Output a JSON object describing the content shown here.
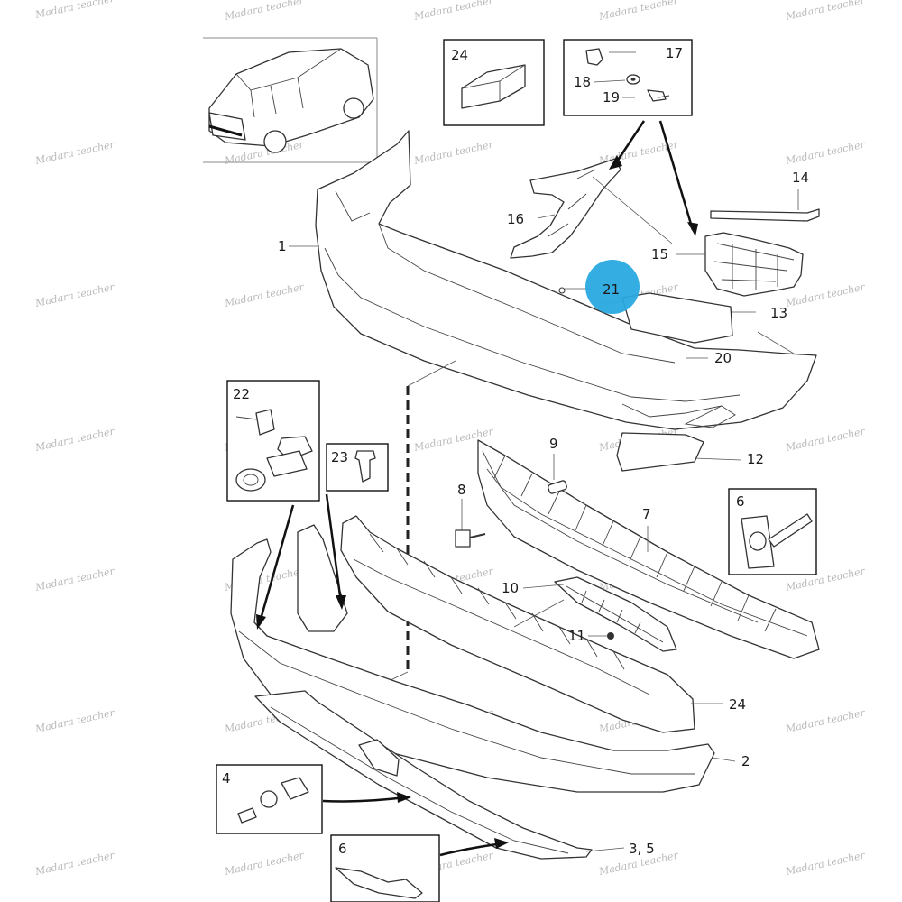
{
  "watermark": "Madara teacher",
  "accent_color": "#29a9e0",
  "highlighted_callout": "21",
  "callouts": {
    "c1": "1",
    "c2": "2",
    "c3_5": "3, 5",
    "c4": "4",
    "c6_top": "6",
    "c6_bottom": "6",
    "c7": "7",
    "c8": "8",
    "c9": "9",
    "c10": "10",
    "c11": "11",
    "c12": "12",
    "c13": "13",
    "c14": "14",
    "c15": "15",
    "c16": "16",
    "c17": "17",
    "c18": "18",
    "c19": "19",
    "c20": "20",
    "c21": "21",
    "c22": "22",
    "c23": "23",
    "c24_top": "24",
    "c24_bottom": "24"
  }
}
